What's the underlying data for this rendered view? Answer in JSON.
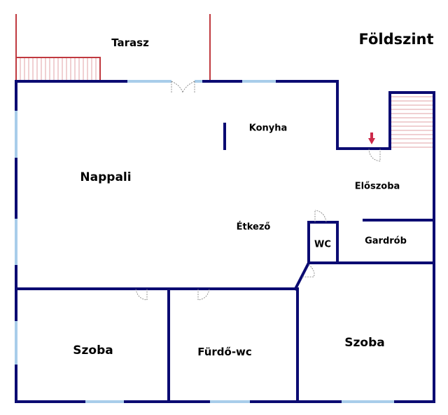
{
  "title": "Földszint",
  "rooms": {
    "terrace": "Tarasz",
    "living": "Nappali",
    "kitchen": "Konyha",
    "dining": "Étkező",
    "hall": "Előszoba",
    "wc": "WC",
    "wardrobe": "Gardrób",
    "room_left": "Szoba",
    "bathroom": "Fürdő-wc",
    "room_right": "Szoba"
  },
  "colors": {
    "wall": "#0b0b72",
    "window": "#a8cdea",
    "terrace": "#c0393f",
    "arrow": "#cc2a4a"
  }
}
